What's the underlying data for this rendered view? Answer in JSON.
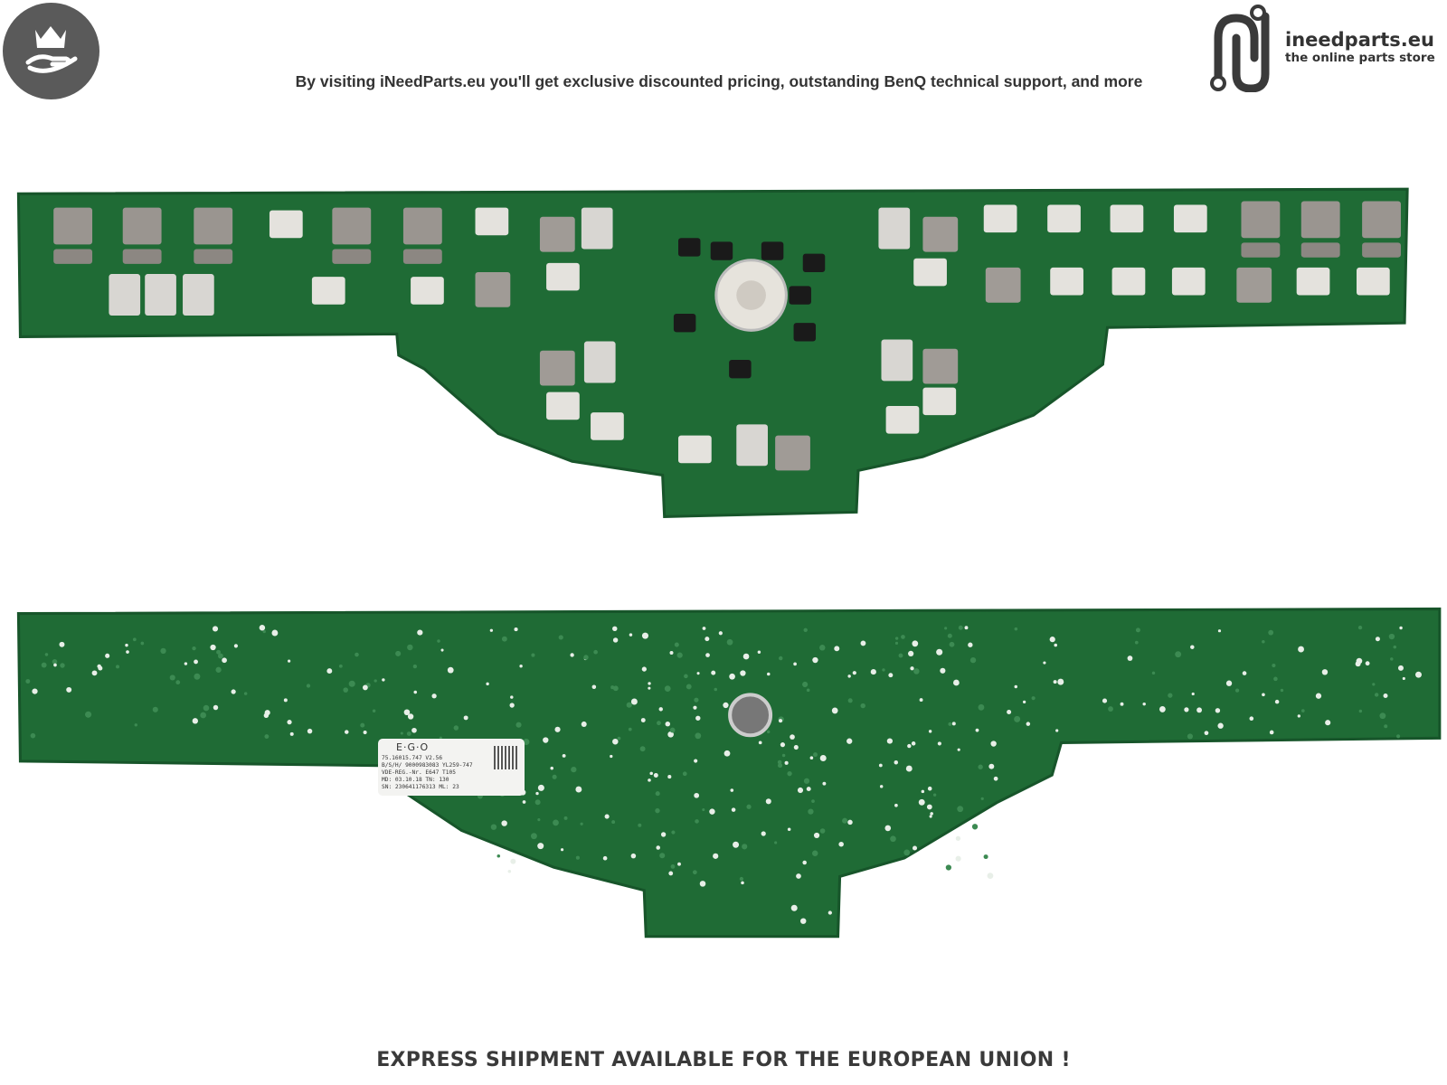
{
  "header": {
    "tagline": "By visiting iNeedParts.eu you'll get exclusive discounted pricing, outstanding BenQ technical support, and more",
    "badge_icon": "crown-hand-icon",
    "logo": {
      "name": "ineedparts.eu",
      "subtitle": "the online parts store"
    }
  },
  "product_label": {
    "brand": "E·G·O",
    "lines": [
      "75.16015.747 V2.56",
      "B/S/H/ 9000983083 YL259-747",
      "VDE-REG.-Nr. E647 T105",
      "MD: 03.10.18 TN: 130",
      "SN: 230641176313 ML: 23"
    ]
  },
  "footer": {
    "text": "EXPRESS SHIPMENT AVAILABLE FOR THE EUROPEAN UNION !"
  },
  "colors": {
    "pcb": "#1f6b35",
    "pcb_edge": "#17552a",
    "component": "#9a9590",
    "text": "#333333"
  }
}
